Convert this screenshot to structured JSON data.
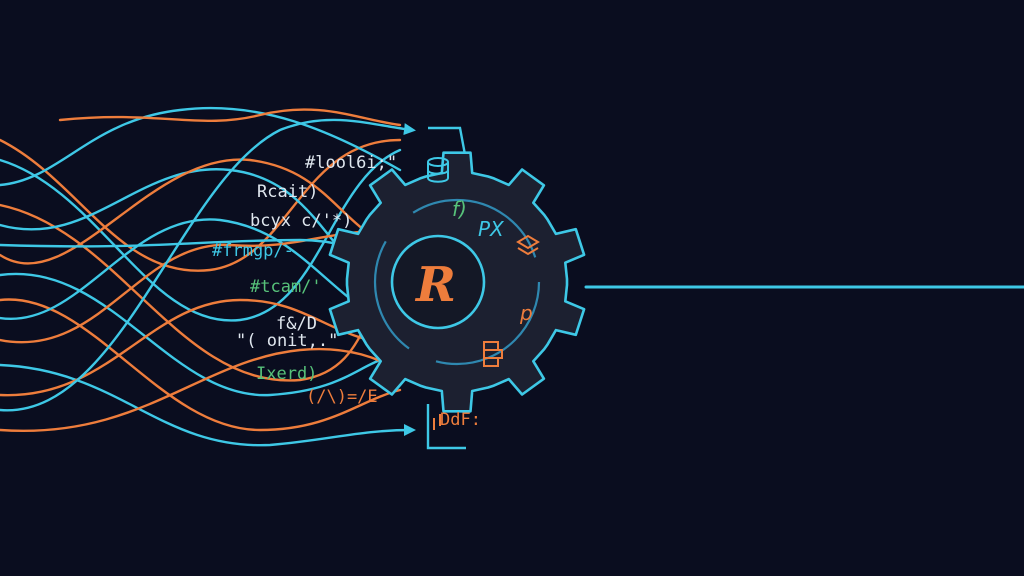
{
  "colors": {
    "background": "#0a0d1f",
    "cyan": "#3ec8e6",
    "orange": "#ee7d3c",
    "green": "#57c27a",
    "gear_fill": "#1c2030",
    "gear_stroke": "#3ec8e6",
    "text_light": "#dfe6ee"
  },
  "code_snippets": [
    {
      "text": "#lool6i;\"",
      "color": "#dfe6ee"
    },
    {
      "text": "Rcait)",
      "color": "#dfe6ee"
    },
    {
      "text": "bcyx c/'*)",
      "color": "#dfe6ee"
    },
    {
      "text": "#frmgp/-",
      "color": "#3ec8e6"
    },
    {
      "text": "#tcam/'",
      "color": "#57c27a"
    },
    {
      "text": "f&/D",
      "color": "#dfe6ee"
    },
    {
      "text": "\"( onit,.\"",
      "color": "#dfe6ee"
    },
    {
      "text": "Ixerd)",
      "color": "#57c27a"
    },
    {
      "text": "(/\\)=/E",
      "color": "#ee7d3c"
    }
  ],
  "gear": {
    "center_label": "R",
    "inner_glyphs": [
      {
        "text": "f)",
        "color": "#57c27a"
      },
      {
        "text": "PX",
        "color": "#3ec8e6"
      },
      {
        "text": "p",
        "color": "#ee7d3c"
      }
    ],
    "icon_names": [
      "stack-icon",
      "layers-icon",
      "stack-icon",
      "layers-icon"
    ]
  },
  "bottom_label": "DdF:"
}
